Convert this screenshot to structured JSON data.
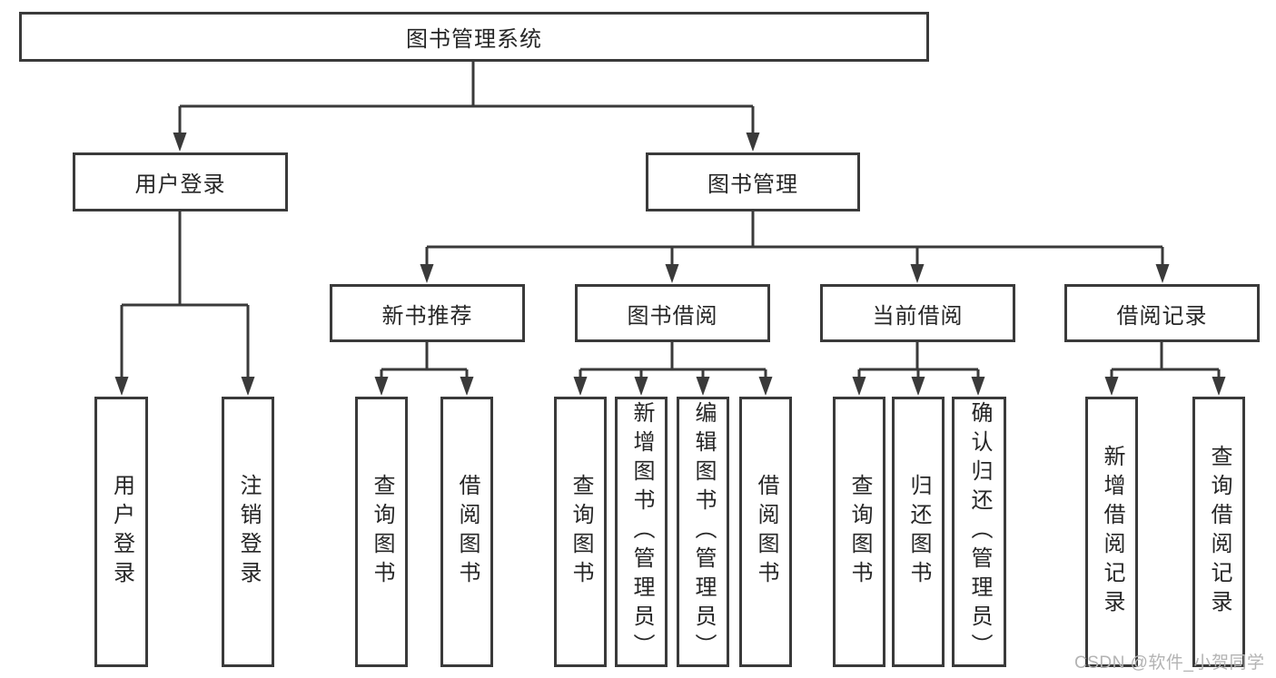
{
  "diagram_type": "hierarchy-tree",
  "colors": {
    "line": "#3a3a3a",
    "box_border": "#3a3a3a",
    "text": "#262626",
    "watermark": "#b3b3b3",
    "background": "#ffffff"
  },
  "watermark": {
    "text": "CSDN @软件_小贺同学"
  },
  "tree": {
    "label": "图书管理系统",
    "children": [
      {
        "label": "用户登录",
        "children": [
          {
            "label": "用户登录"
          },
          {
            "label": "注销登录"
          }
        ]
      },
      {
        "label": "图书管理",
        "children": [
          {
            "label": "新书推荐",
            "children": [
              {
                "label": "查询图书"
              },
              {
                "label": "借阅图书"
              }
            ]
          },
          {
            "label": "图书借阅",
            "children": [
              {
                "label": "查询图书"
              },
              {
                "label": "新增图书（管理员）"
              },
              {
                "label": "编辑图书（管理员）"
              },
              {
                "label": "借阅图书"
              }
            ]
          },
          {
            "label": "当前借阅",
            "children": [
              {
                "label": "查询图书"
              },
              {
                "label": "归还图书"
              },
              {
                "label": "确认归还（管理员）"
              }
            ]
          },
          {
            "label": "借阅记录",
            "children": [
              {
                "label": "新增借阅记录"
              },
              {
                "label": "查询借阅记录"
              }
            ]
          }
        ]
      }
    ]
  }
}
